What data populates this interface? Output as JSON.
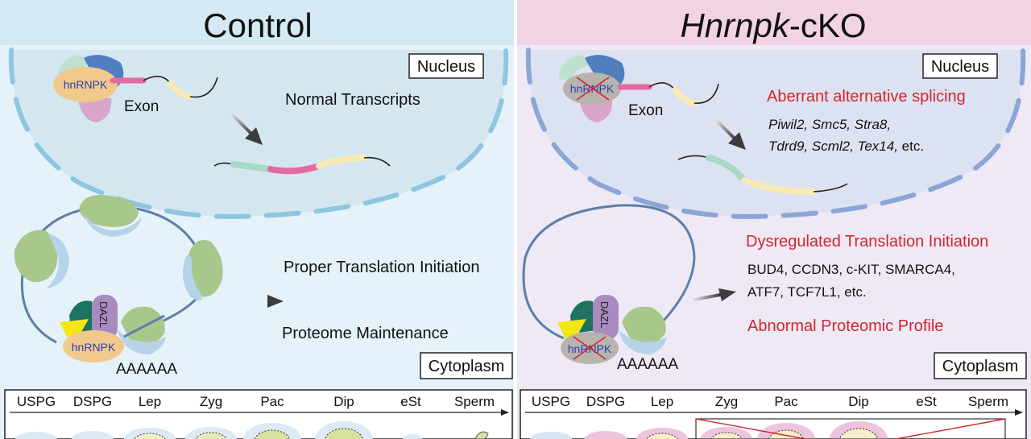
{
  "panels": {
    "control": {
      "title": "Control",
      "nucleus_label": "Nucleus",
      "cytoplasm_label": "Cytoplasm",
      "protein_label": "hnRNPK",
      "exon_label": "Exon",
      "transcripts_label": "Normal Transcripts",
      "translation_label": "Proper Translation Initiation",
      "proteome_label": "Proteome Maintenance",
      "dazl_label": "DAZL",
      "polya_label": "AAAAAA"
    },
    "cko": {
      "title_italic": "Hnrnpk",
      "title_suffix": "-cKO",
      "nucleus_label": "Nucleus",
      "cytoplasm_label": "Cytoplasm",
      "protein_label": "hnRNPK",
      "exon_label": "Exon",
      "splicing_label": "Aberrant alternative splicing",
      "splicing_genes_line1": "Piwil2, Smc5, Stra8,",
      "splicing_genes_line2_italic": "Tdrd9, Scml2, Tex14,",
      "splicing_genes_line2_suffix": " etc.",
      "translation_label": "Dysregulated Translation Initiation",
      "translation_genes_line1": "BUD4, CCDN3, c-KIT, SMARCA4,",
      "translation_genes_line2": "ATF7, TCF7L1, etc.",
      "proteomic_label": "Abnormal Proteomic Profile",
      "dazl_label": "DAZL",
      "polya_label": "AAAAAA"
    }
  },
  "stages": [
    "USPG",
    "DSPG",
    "Lep",
    "Zyg",
    "Pac",
    "Dip",
    "eSt",
    "Sperm"
  ],
  "colors": {
    "control_header": "#d4e9f4",
    "control_bg": "#e6f2f9",
    "cko_header": "#f2d3e4",
    "cko_bg": "#efe9f6",
    "red_text": "#d1262c",
    "membrane_control": "#8ec6df",
    "membrane_cko": "#8ba6d6",
    "mrna_loop": "#5d7fa8"
  }
}
